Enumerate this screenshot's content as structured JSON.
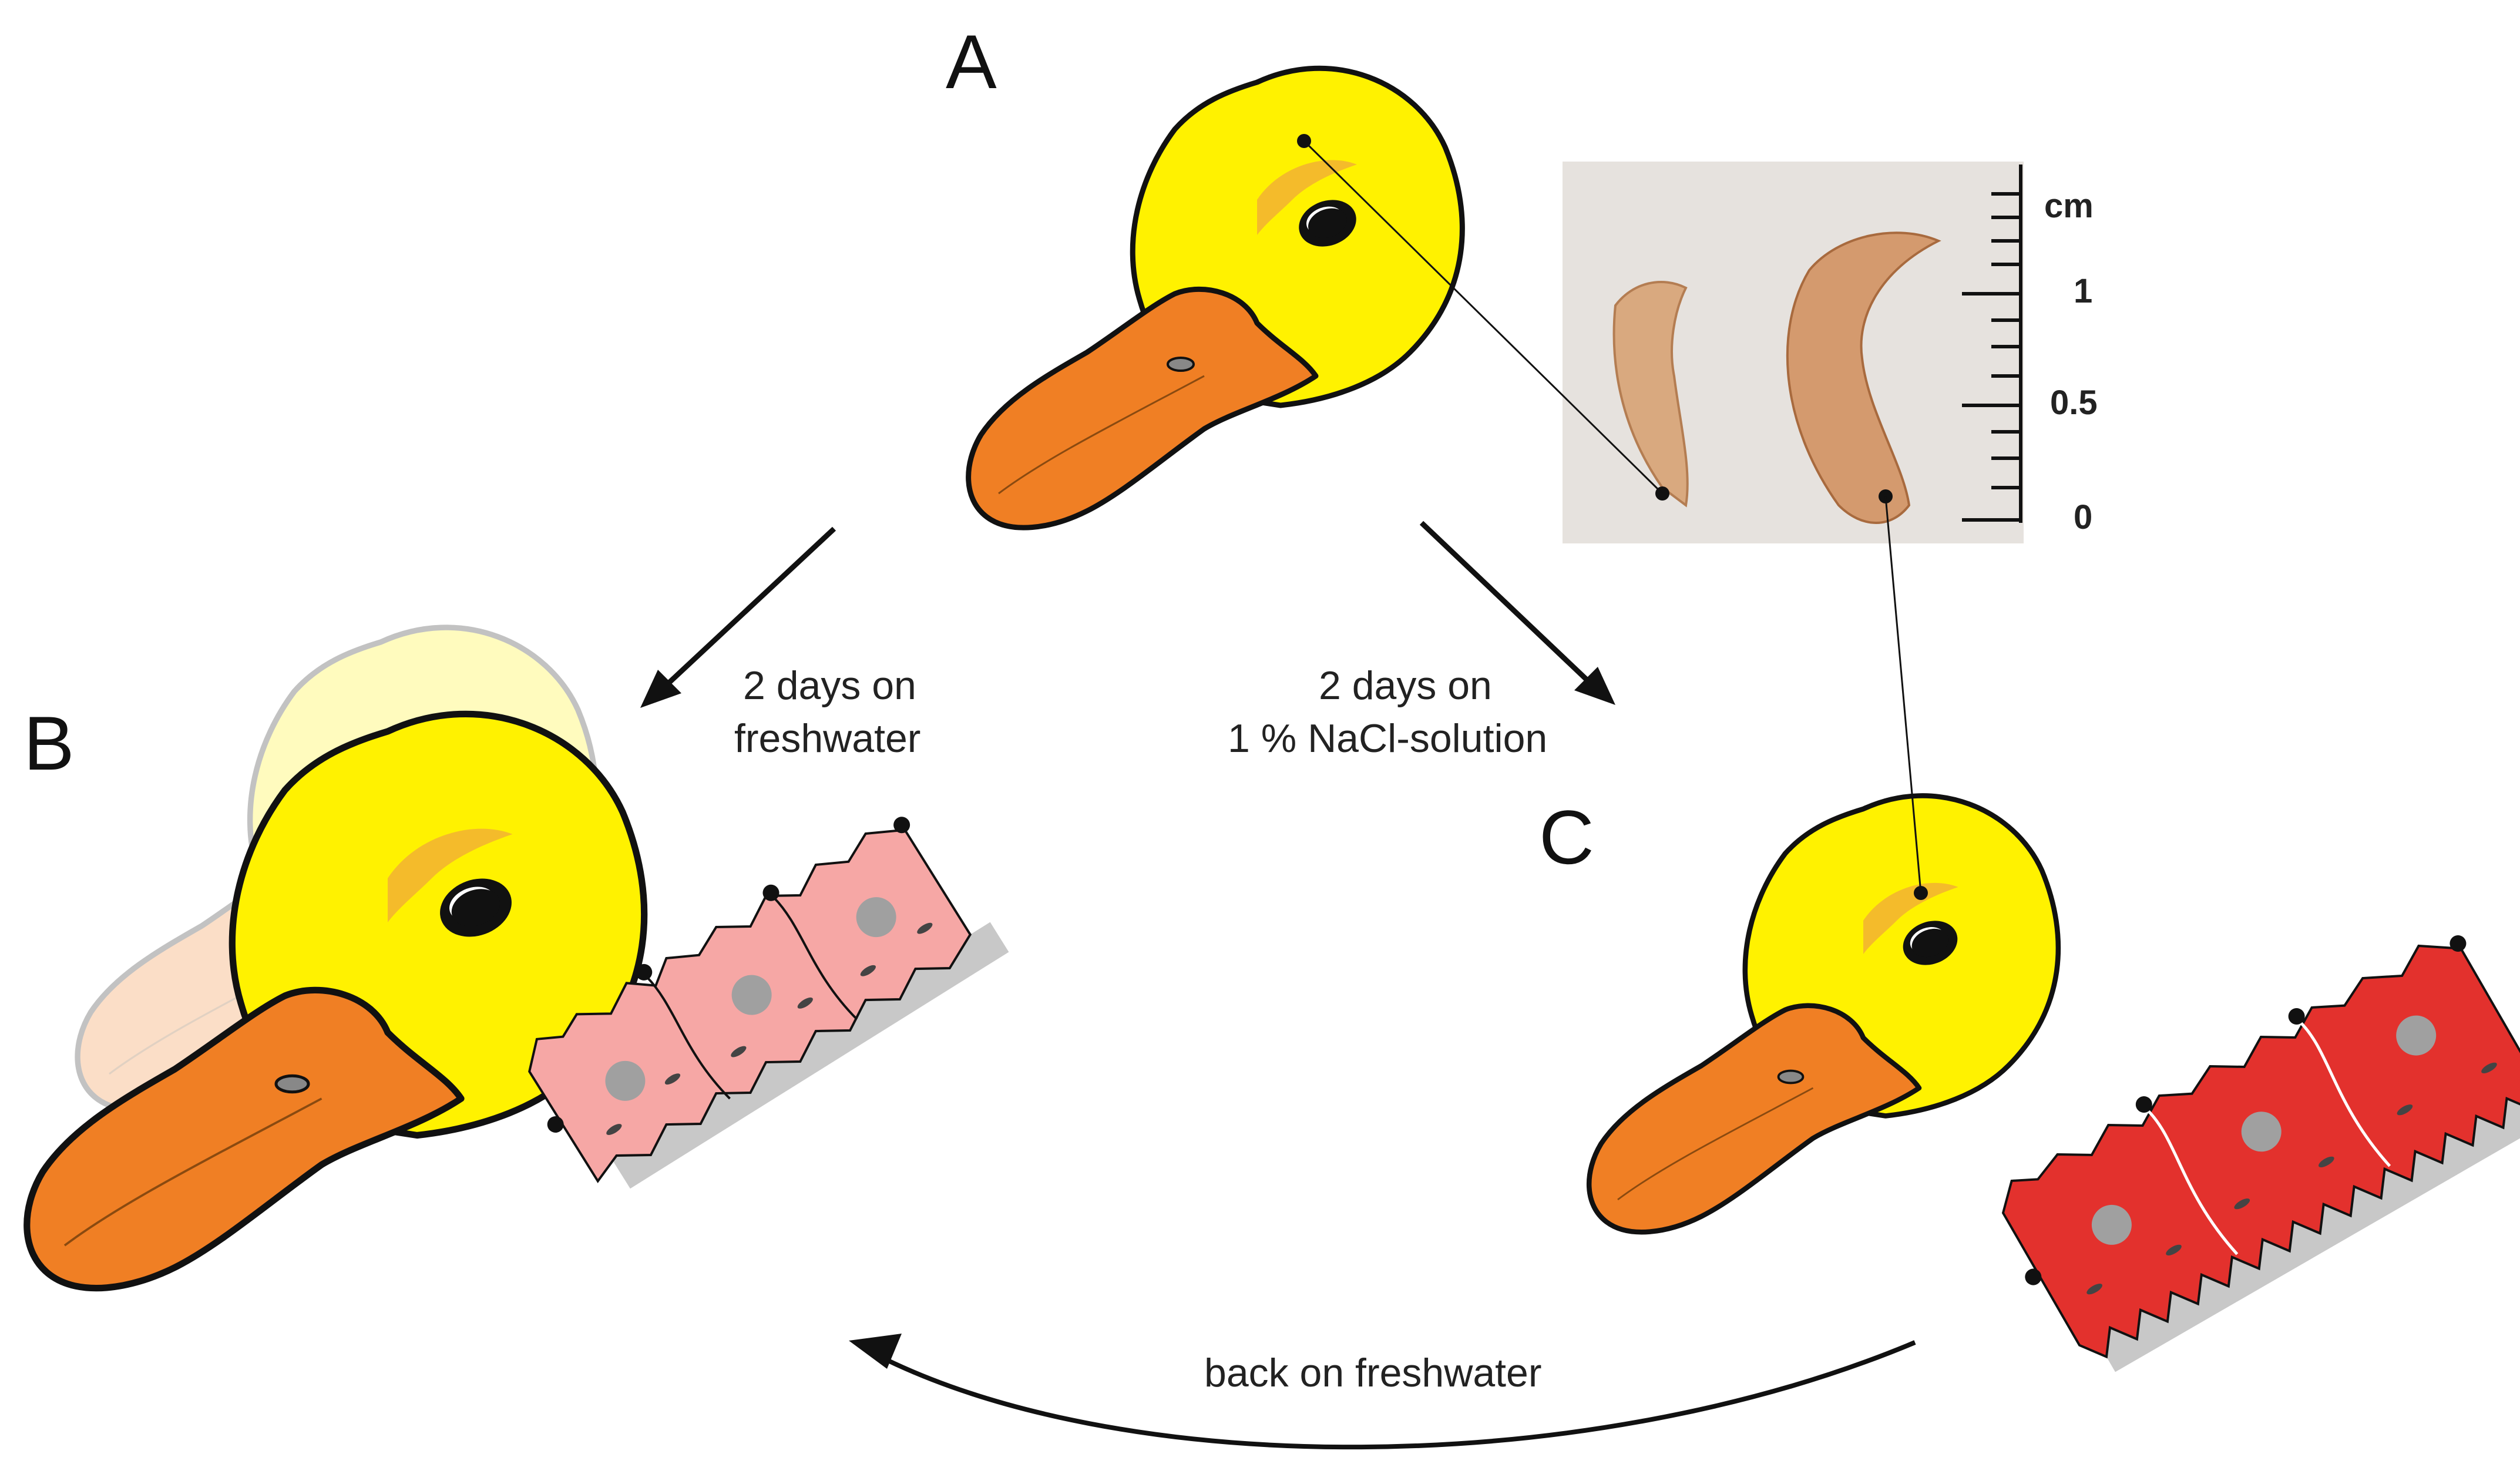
{
  "panels": {
    "a": "A",
    "b": "B",
    "c": "C"
  },
  "arrows": {
    "freshwater": [
      "2 days on",
      "freshwater"
    ],
    "saline": [
      "2 days on",
      "1 % NaCl-solution"
    ],
    "return": "back on freshwater"
  },
  "scale": {
    "unit": "cm",
    "labels": [
      "1",
      "0.5",
      "0"
    ]
  },
  "colors": {
    "head": "#fff200",
    "bill": "#f07f24",
    "gland_tissue_freshwater": "#f6a7a5",
    "gland_tissue_saline": "#e3312d",
    "brow": "#f2b233",
    "background": "#ffffff"
  },
  "icons": [
    "duck-head",
    "salt-gland-photo",
    "salt-gland-tissue",
    "arrow"
  ]
}
